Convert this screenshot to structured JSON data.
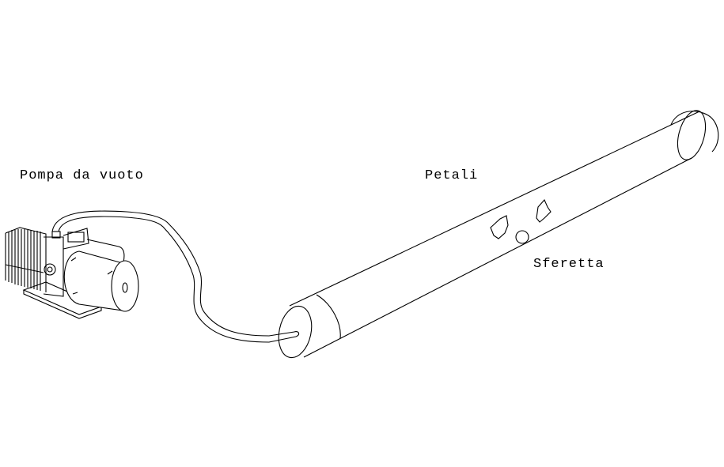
{
  "labels": {
    "pump": "Pompa da vuoto",
    "petals": "Petali",
    "sphere": "Sferetta"
  },
  "colors": {
    "line": "#000000",
    "background": "#ffffff"
  }
}
